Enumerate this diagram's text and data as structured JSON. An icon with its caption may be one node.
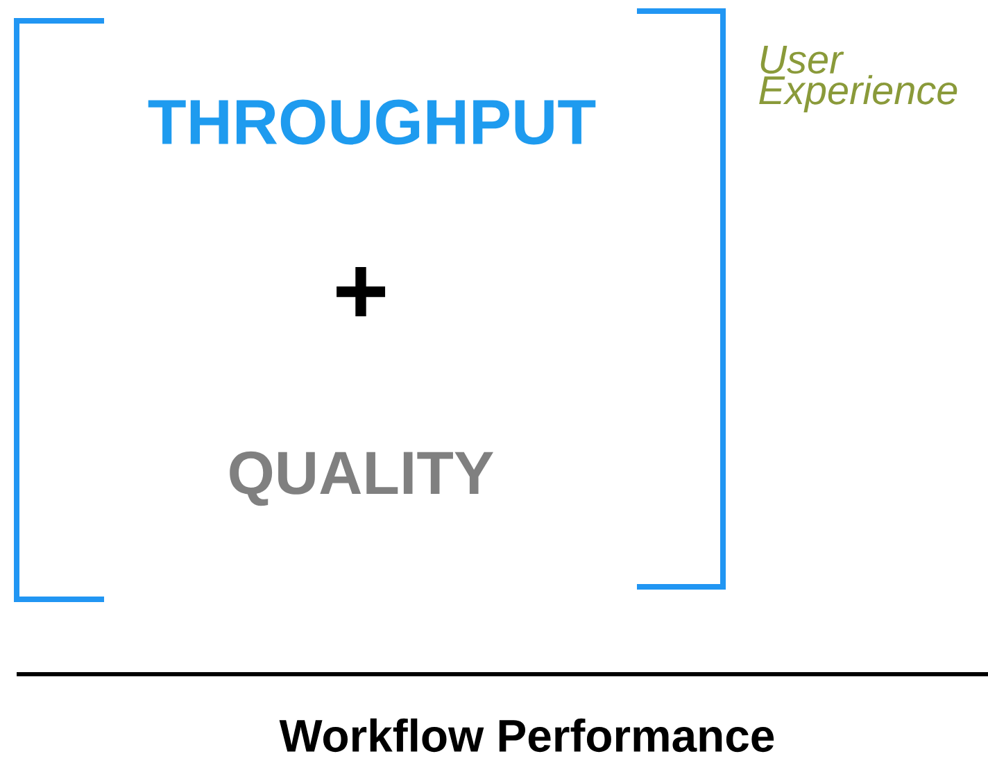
{
  "diagram": {
    "caption": "Workflow Performance",
    "labels": [
      "THROUGHPUT",
      "+",
      "QUALITY",
      "User Experience"
    ]
  }
}
